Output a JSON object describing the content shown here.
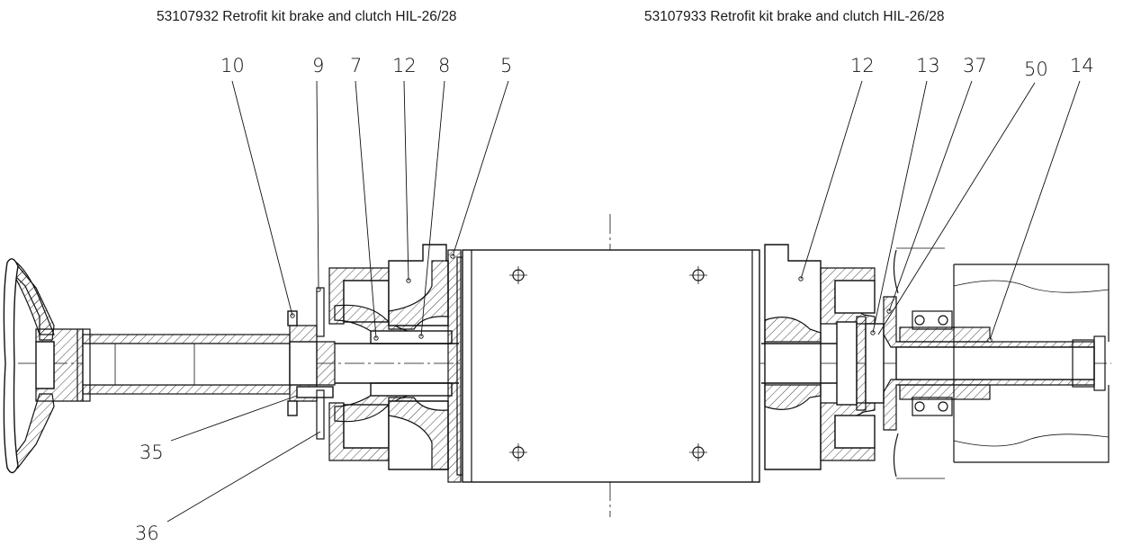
{
  "titles": {
    "left": "53107932 Retrofit kit brake and clutch HIL-26/28",
    "right": "53107933 Retrofit kit brake and clutch HIL-26/28"
  },
  "part_numbers": {
    "p10": "10",
    "p9": "9",
    "p7": "7",
    "p12a": "12",
    "p8": "8",
    "p5": "5",
    "p12b": "12",
    "p13": "13",
    "p37": "37",
    "p50": "50",
    "p14": "14",
    "p35": "35",
    "p36": "36"
  }
}
